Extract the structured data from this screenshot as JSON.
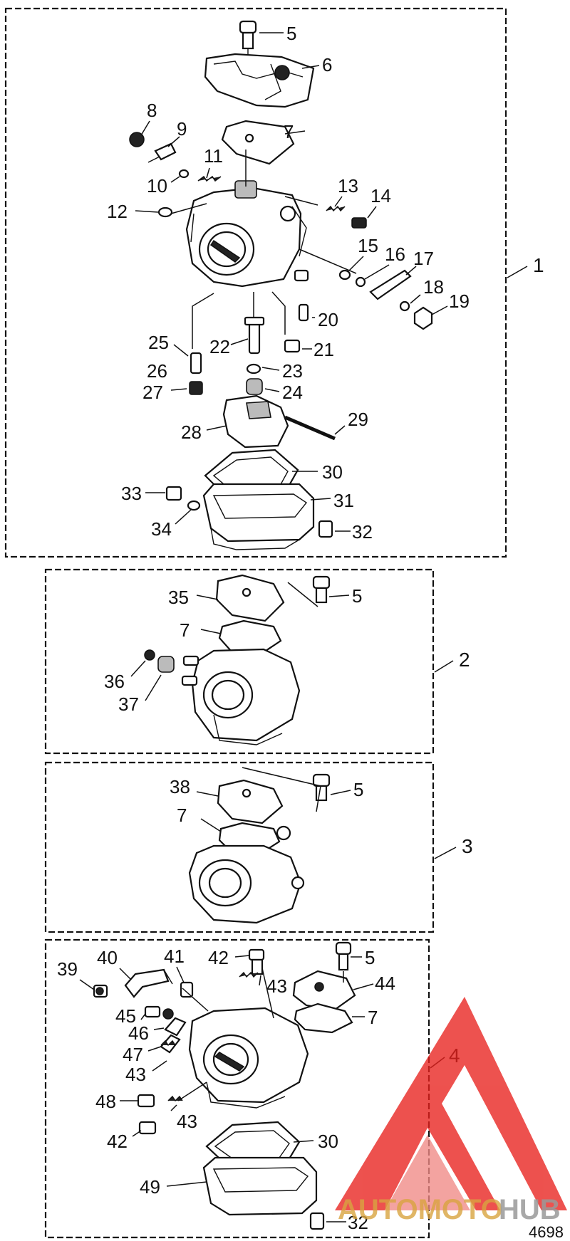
{
  "groups": [
    {
      "number": "1"
    },
    {
      "number": "2"
    },
    {
      "number": "3"
    },
    {
      "number": "4"
    }
  ],
  "callouts": [
    "5",
    "6",
    "7",
    "8",
    "9",
    "10",
    "11",
    "12",
    "13",
    "14",
    "15",
    "16",
    "17",
    "18",
    "19",
    "20",
    "21",
    "22",
    "23",
    "24",
    "25",
    "26",
    "27",
    "28",
    "29",
    "30",
    "31",
    "32",
    "33",
    "34",
    "35",
    "7",
    "36",
    "37",
    "5",
    "38",
    "7",
    "5",
    "39",
    "40",
    "41",
    "42",
    "43",
    "5",
    "44",
    "45",
    "46",
    "47",
    "43",
    "48",
    "43",
    "42",
    "7",
    "30",
    "49",
    "32"
  ],
  "drawing_code": "4698",
  "watermark": {
    "brand_part1": "AUTOMOTO",
    "brand_part2": "HUB",
    "logo": "mountain-triangle-logo"
  },
  "colors": {
    "watermark_red": "#e8211d",
    "watermark_gold": "#d9a441",
    "watermark_gray": "#9a9a9a",
    "line": "#111111",
    "background": "#ffffff"
  }
}
